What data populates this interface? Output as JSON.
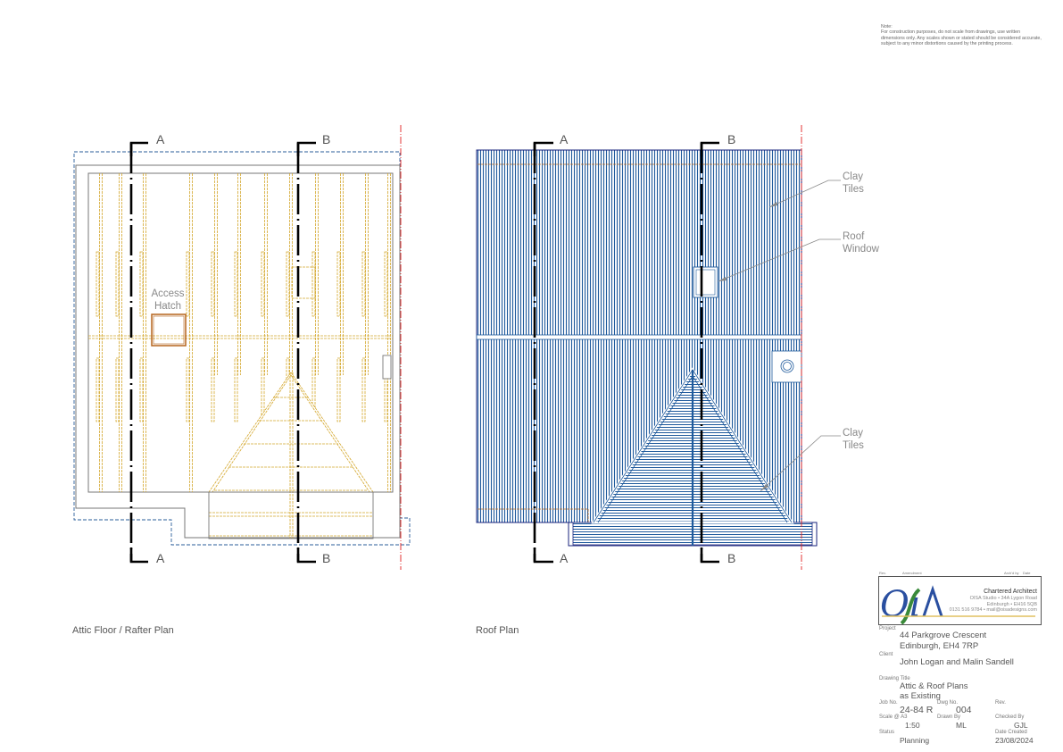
{
  "note": {
    "heading": "Note:",
    "text": "For construction purposes, do not scale from drawings, use written dimensions only.  Any scales shown or stated should be considered accurate, subject to any minor distortions caused by the printing process."
  },
  "drawings": {
    "attic": {
      "caption": "Attic Floor / Rafter Plan",
      "access_hatch_line1": "Access",
      "access_hatch_line2": "Hatch",
      "section_a": "A",
      "section_b": "B"
    },
    "roof": {
      "caption": "Roof  Plan",
      "section_a": "A",
      "section_b": "B",
      "label_clay_tiles_1_line1": "Clay",
      "label_clay_tiles_1_line2": "Tiles",
      "label_roof_window_line1": "Roof",
      "label_roof_window_line2": "Window",
      "label_clay_tiles_2_line1": "Clay",
      "label_clay_tiles_2_line2": "Tiles"
    }
  },
  "title_block": {
    "header_rev": "Rev.",
    "header_amendment": "Amendment",
    "header_archby": "Arch'd by",
    "header_date": "Date",
    "logo_text": "OiSA",
    "firm_title": "Chartered Architect",
    "firm_address1": "OISA Studio • 34A Lygon Road",
    "firm_address2": "Edinburgh • EH16 5QB",
    "firm_contact": "0131 516 9784 • mail@oisadesigns.com",
    "project_label": "Project",
    "project_line1": "44 Parkgrove Crescent",
    "project_line2": "Edinburgh, EH4 7RP",
    "client_label": "Client",
    "client": "John Logan and Malin Sandell",
    "drawing_title_label": "Drawing Title",
    "drawing_title_line1": "Attic & Roof Plans",
    "drawing_title_line2": "as Existing",
    "job_no_label": "Job No.",
    "job_no": "24-84 R",
    "dwg_no_label": "Dwg No.",
    "dwg_no": "004",
    "rev_label": "Rev.",
    "scale_label": "Scale @ A3",
    "scale": "1:50",
    "drawn_by_label": "Drawn By",
    "drawn_by": "ML",
    "checked_by_label": "Checked By",
    "checked_by": "GJL",
    "status_label": "Status",
    "status": "Planning",
    "date_created_label": "Date Created",
    "date_created": "23/08/2024"
  },
  "colors": {
    "timber": "#d4a72c",
    "tiles": "#1f5a9c",
    "boundary": "#e02020",
    "hatch": "#b5651d"
  }
}
